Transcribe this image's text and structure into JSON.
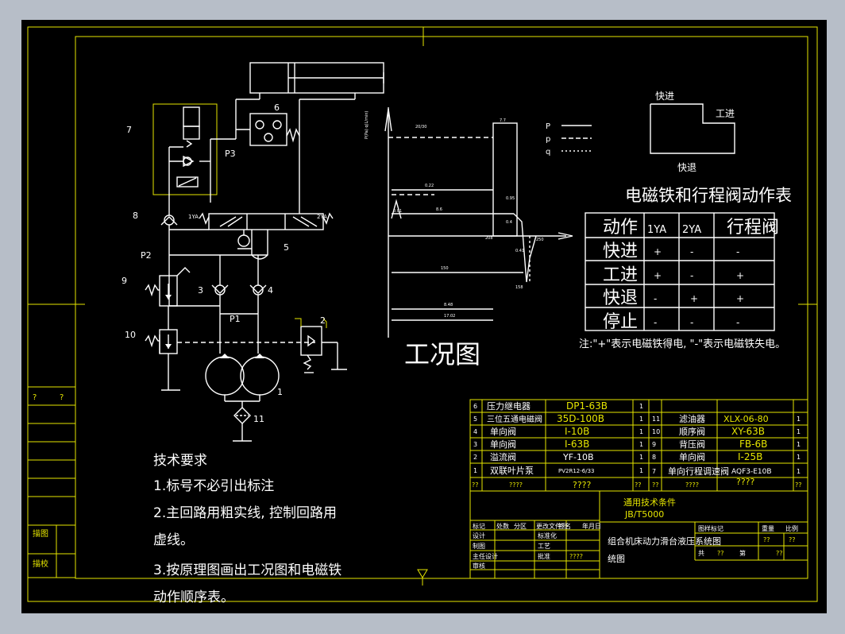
{
  "colors": {
    "background": "#b7bec8",
    "canvas": "#000000",
    "line": "#ffffff",
    "frame": "#e6e600"
  },
  "schematic": {
    "labels": {
      "n7": "7",
      "n6": "6",
      "p3": "P3",
      "n8": "8",
      "p2": "P2",
      "n9": "9",
      "n3": "3",
      "n4": "4",
      "n5": "5",
      "p1": "P1",
      "n10": "10",
      "n2": "2",
      "n1": "1",
      "n11": "11",
      "ya1": "1YA",
      "ya2": "2YA"
    }
  },
  "workcycle": {
    "title": "工况图",
    "values": {
      "v1": "20/30",
      "v2": "7.7",
      "v3": "0.22",
      "v4": "0.95",
      "v5": "0.01",
      "v6": "8.6",
      "v7": "0.4",
      "v8": "208",
      "v9": "0.41",
      "v10": "250",
      "v11": "150",
      "v12": "158",
      "v13": "8.48",
      "v14": "17.02"
    },
    "legend": [
      "P",
      "p",
      "q"
    ],
    "rotated": "P(Pa)\nq(L/min)"
  },
  "motion_diagram": {
    "fast_in": "快进",
    "work_in": "工进",
    "fast_back": "快退"
  },
  "action_table": {
    "title": "电磁铁和行程阀动作表",
    "headers": [
      "动作",
      "1YA",
      "2YA",
      "行程阀"
    ],
    "rows": [
      [
        "快进",
        "+",
        "-",
        "-"
      ],
      [
        "工进",
        "+",
        "-",
        "+"
      ],
      [
        "快退",
        "-",
        "+",
        "+"
      ],
      [
        "停止",
        "-",
        "-",
        "-"
      ]
    ],
    "note": "注:\"+\"表示电磁铁得电, \"-\"表示电磁铁失电。"
  },
  "requirements": {
    "title": "技术要求",
    "lines": [
      "1.标号不必引出标注",
      "2.主回路用粗实线, 控制回路用",
      "虚线。",
      "3.按原理图画出工况图和电磁铁",
      "动作顺序表。"
    ]
  },
  "parts_list": {
    "left": [
      [
        "6",
        "压力继电器",
        "DP1-63B",
        "1"
      ],
      [
        "5",
        "三位五通电磁阀",
        "35D-100B",
        "1"
      ],
      [
        "4",
        "单向阀",
        "I-10B",
        "1"
      ],
      [
        "3",
        "单向阀",
        "I-63B",
        "1"
      ],
      [
        "2",
        "溢流阀",
        "YF-10B",
        "1"
      ],
      [
        "1",
        "双联叶片泵",
        "PV2R12-6/33",
        "1"
      ],
      [
        "??",
        "????",
        "????",
        "??"
      ]
    ],
    "right": [
      [
        "11",
        "滤油器",
        "XLX-06-80",
        "1"
      ],
      [
        "10",
        "顺序阀",
        "XY-63B",
        "1"
      ],
      [
        "9",
        "背压阀",
        "FB-6B",
        "1"
      ],
      [
        "8",
        "单向阀",
        "I-25B",
        "1"
      ],
      [
        "7",
        "单向行程调速阀",
        "AQF3-E10B",
        "1"
      ],
      [
        "??",
        "????",
        "????",
        "??"
      ]
    ]
  },
  "title_block": {
    "standard_label": "通用技术条件",
    "standard": "JB/T5000",
    "drawing_title": "组合机床动力滑台液压系统图",
    "drawing_sub": "统图",
    "stage_label": "图样标记",
    "weight_label": "重量",
    "scale_label": "比例",
    "sheet_label": "共",
    "page_label": "第",
    "unknown": "??",
    "rows": [
      "标记",
      "处数",
      "分区",
      "更改文件号",
      "签名",
      "年月日"
    ],
    "design": "设计",
    "standardize": "标准化",
    "drawn": "制图",
    "process": "工艺",
    "chief": "主任设计",
    "review": "审核",
    "approve": "批准",
    "q4": "????"
  },
  "left_strip": {
    "q1": "?",
    "q2": "?",
    "map": "描图",
    "check": "描校"
  }
}
